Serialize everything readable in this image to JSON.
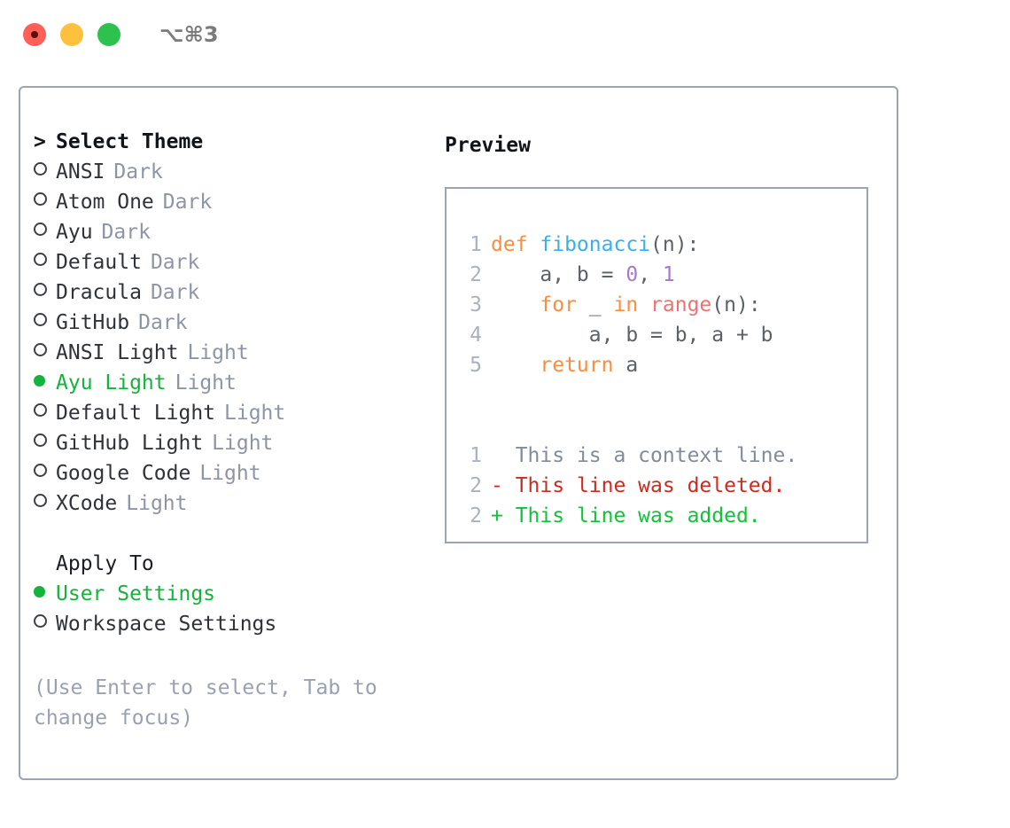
{
  "titlebar": {
    "shortcut": "⌥⌘3",
    "buttons": [
      {
        "name": "close",
        "color": "#FF5F57"
      },
      {
        "name": "minimize",
        "color": "#FFC03D"
      },
      {
        "name": "maximize",
        "color": "#2DC14E"
      }
    ]
  },
  "theme_section": {
    "caret": ">",
    "header": "Select Theme",
    "items": [
      {
        "marker": "○",
        "label": "ANSI",
        "tag": "Dark",
        "selected": false
      },
      {
        "marker": "○",
        "label": "Atom One",
        "tag": "Dark",
        "selected": false
      },
      {
        "marker": "○",
        "label": "Ayu",
        "tag": "Dark",
        "selected": false
      },
      {
        "marker": "○",
        "label": "Default",
        "tag": "Dark",
        "selected": false
      },
      {
        "marker": "○",
        "label": "Dracula",
        "tag": "Dark",
        "selected": false
      },
      {
        "marker": "○",
        "label": "GitHub",
        "tag": "Dark",
        "selected": false
      },
      {
        "marker": "○",
        "label": "ANSI Light",
        "tag": "Light",
        "selected": false
      },
      {
        "marker": "●",
        "label": "Ayu Light",
        "tag": "Light",
        "selected": true
      },
      {
        "marker": "○",
        "label": "Default Light",
        "tag": "Light",
        "selected": false
      },
      {
        "marker": "○",
        "label": "GitHub Light",
        "tag": "Light",
        "selected": false
      },
      {
        "marker": "○",
        "label": "Google Code",
        "tag": "Light",
        "selected": false
      },
      {
        "marker": "○",
        "label": "XCode",
        "tag": "Light",
        "selected": false
      }
    ]
  },
  "apply_section": {
    "header": "Apply To",
    "items": [
      {
        "marker": "●",
        "label": "User Settings",
        "selected": true
      },
      {
        "marker": "○",
        "label": "Workspace Settings",
        "selected": false
      }
    ]
  },
  "hint": "(Use Enter to select, Tab to change focus)",
  "preview": {
    "title": "Preview",
    "code_lines": [
      {
        "n": "1",
        "tokens": [
          {
            "t": "def ",
            "c": "kw"
          },
          {
            "t": "fibonacci",
            "c": "fn"
          },
          {
            "t": "(n):",
            "c": "plain"
          }
        ]
      },
      {
        "n": "2",
        "tokens": [
          {
            "t": "    a, b = ",
            "c": "plain"
          },
          {
            "t": "0",
            "c": "num"
          },
          {
            "t": ", ",
            "c": "plain"
          },
          {
            "t": "1",
            "c": "num"
          }
        ]
      },
      {
        "n": "3",
        "tokens": [
          {
            "t": "    ",
            "c": "plain"
          },
          {
            "t": "for",
            "c": "kw"
          },
          {
            "t": " _ ",
            "c": "plain"
          },
          {
            "t": "in",
            "c": "kw"
          },
          {
            "t": " ",
            "c": "plain"
          },
          {
            "t": "range",
            "c": "builtin"
          },
          {
            "t": "(n):",
            "c": "plain"
          }
        ]
      },
      {
        "n": "4",
        "tokens": [
          {
            "t": "        a, b = b, a + b",
            "c": "plain"
          }
        ]
      },
      {
        "n": "5",
        "tokens": [
          {
            "t": "    ",
            "c": "plain"
          },
          {
            "t": "return",
            "c": "kw"
          },
          {
            "t": " a",
            "c": "plain"
          }
        ]
      }
    ],
    "diff_lines": [
      {
        "n": "1",
        "sign": " ",
        "text": " This is a context line.",
        "kind": "ctx"
      },
      {
        "n": "2",
        "sign": "-",
        "text": " This line was deleted.",
        "kind": "del"
      },
      {
        "n": "2",
        "sign": "+",
        "text": " This line was added.",
        "kind": "add"
      }
    ]
  },
  "colors": {
    "accent_green": "#14b33c",
    "muted": "#8d95a5",
    "border": "#9aa4b2",
    "keyword": "#fa8d3e",
    "function": "#3aaff0",
    "number": "#a37acc",
    "builtin": "#f07171",
    "diff_delete": "#cc2b1f",
    "diff_add": "#12c23b"
  }
}
